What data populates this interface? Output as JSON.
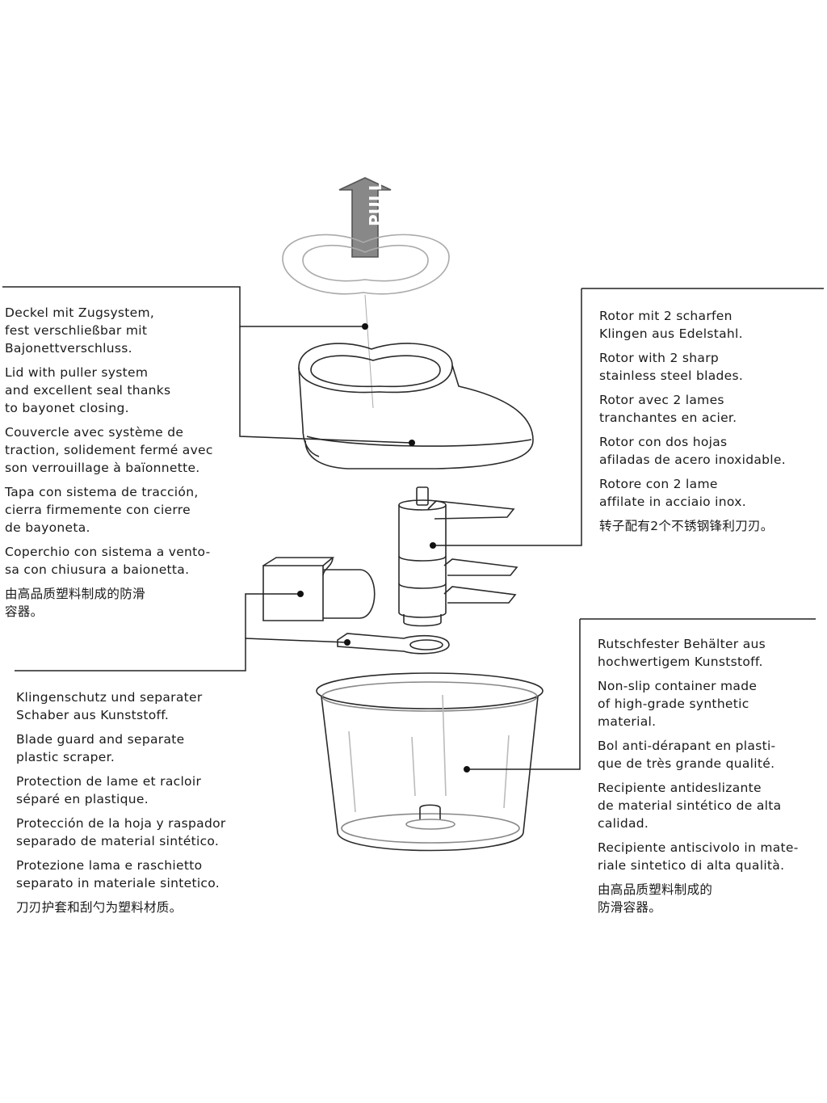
{
  "pull_label": "PULL",
  "lid": {
    "de": "Deckel mit Zugsystem,\nfest verschließbar mit\nBajonettverschluss.",
    "en": "Lid with puller system\nand excellent seal thanks\nto bayonet closing.",
    "fr": "Couvercle avec système de\ntraction, solidement fermé avec\nson verrouillage à baïonnette.",
    "es": "Tapa con sistema de tracción,\ncierra firmemente con cierre\nde bayoneta.",
    "it": "Coperchio con sistema a vento-\nsa con chiusura a baionetta.",
    "zh": "由高品质塑料制成的防滑\n容器。"
  },
  "rotor": {
    "de": "Rotor mit 2 scharfen\nKlingen aus Edelstahl.",
    "en": "Rotor with 2 sharp\nstainless steel blades.",
    "fr": "Rotor avec 2 lames\ntranchantes en acier.",
    "es": "Rotor con dos hojas\nafiladas de acero inoxidable.",
    "it": "Rotore con 2 lame\naffilate in acciaio inox.",
    "zh": "转子配有2个不锈钢锋利刀刃。"
  },
  "blade_guard": {
    "de": "Klingenschutz und separater\nSchaber aus Kunststoff.",
    "en": "Blade guard and separate\nplastic scraper.",
    "fr": "Protection de lame et racloir\nséparé en plastique.",
    "es": "Protección de la hoja y raspador\nseparado de material sintético.",
    "it": "Protezione lama e raschietto\nseparato in materiale sintetico.",
    "zh": "刀刃护套和刮勺为塑料材质。"
  },
  "container": {
    "de": "Rutschfester Behälter aus\nhochwertigem Kunststoff.",
    "en": "Non-slip container made\nof high-grade synthetic\nmaterial.",
    "fr": "Bol anti-dérapant en plasti-\nque de très grande qualité.",
    "es": "Recipiente antideslizante\nde material sintético de alta\ncalidad.",
    "it": "Recipiente antiscivolo in mate-\nriale sintetico di alta qualità.",
    "zh": "由高品质塑料制成的\n防滑容器。"
  }
}
